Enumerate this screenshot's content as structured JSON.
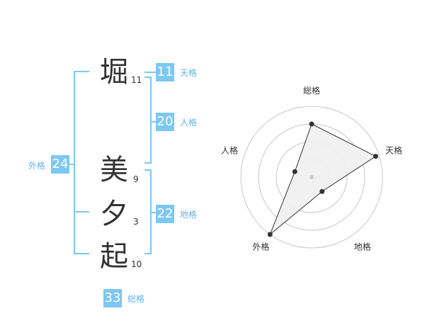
{
  "name_chars": [
    {
      "char": "堀",
      "strokes": "11"
    },
    {
      "char": "美",
      "strokes": "9"
    },
    {
      "char": "夕",
      "strokes": "3"
    },
    {
      "char": "起",
      "strokes": "10"
    }
  ],
  "kaku": {
    "tenkaku": {
      "label": "天格",
      "value": "11"
    },
    "jinkaku": {
      "label": "人格",
      "value": "20"
    },
    "chikaku": {
      "label": "地格",
      "value": "22"
    },
    "gaikaku": {
      "label": "外格",
      "value": "24"
    },
    "soukaku": {
      "label": "総格",
      "value": "33"
    }
  },
  "chart_data": {
    "type": "radar",
    "axes": [
      "総格",
      "天格",
      "地格",
      "外格",
      "人格"
    ],
    "levels": 4,
    "values": [
      0.75,
      0.95,
      0.25,
      1.0,
      0.25
    ],
    "colors": {
      "fill": "#f0f0f0",
      "stroke": "#333333",
      "grid": "#c8c8c8",
      "point": "#333333"
    }
  }
}
